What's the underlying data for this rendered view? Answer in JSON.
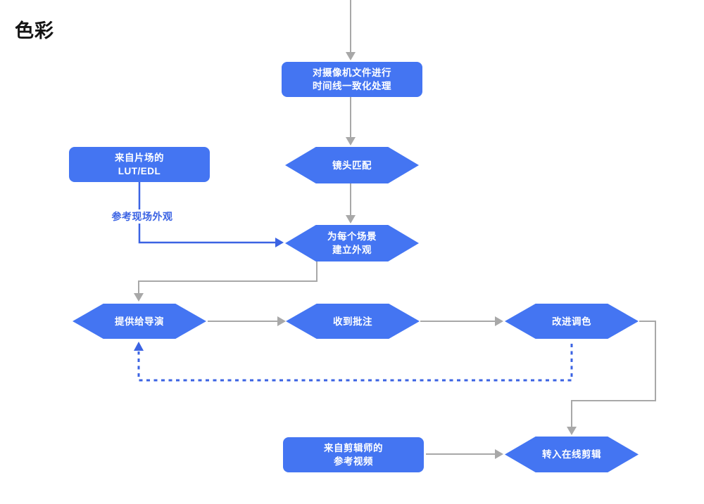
{
  "title": "色彩",
  "colors": {
    "node_fill": "#4475f2",
    "edge_gray": "#a8a8a8",
    "edge_blue": "#3b63e3",
    "background": "#ffffff",
    "node_text": "#ffffff",
    "title_text": "#141414"
  },
  "nodes": {
    "normalize": {
      "shape": "rect",
      "label": "对摄像机文件进行\n时间线一致化处理"
    },
    "lut_edl": {
      "shape": "rect",
      "label": "来自片场的\nLUT/EDL"
    },
    "shot_match": {
      "shape": "hexagon",
      "label": "镜头匹配"
    },
    "scene_look": {
      "shape": "hexagon",
      "label": "为每个场景\n建立外观"
    },
    "deliver_director": {
      "shape": "hexagon",
      "label": "提供给导演"
    },
    "receive_notes": {
      "shape": "hexagon",
      "label": "收到批注"
    },
    "refine_grading": {
      "shape": "hexagon",
      "label": "改进调色"
    },
    "reference_video": {
      "shape": "rect",
      "label": "来自剪辑师的\n参考视频"
    },
    "online_editing": {
      "shape": "hexagon",
      "label": "转入在线剪辑"
    }
  },
  "edge_labels": {
    "reference_onset_look": "参考现场外观"
  },
  "edges": [
    {
      "from": "offscreen-top",
      "to": "normalize",
      "style": "solid-gray-arrow"
    },
    {
      "from": "normalize",
      "to": "shot_match",
      "style": "solid-gray-arrow"
    },
    {
      "from": "shot_match",
      "to": "scene_look",
      "style": "solid-gray-arrow"
    },
    {
      "from": "lut_edl",
      "to": "scene_look",
      "style": "solid-blue-arrow",
      "label": "参考现场外观"
    },
    {
      "from": "scene_look",
      "to": "deliver_director",
      "style": "solid-gray-arrow"
    },
    {
      "from": "deliver_director",
      "to": "receive_notes",
      "style": "solid-gray-arrow"
    },
    {
      "from": "receive_notes",
      "to": "refine_grading",
      "style": "solid-gray-arrow"
    },
    {
      "from": "refine_grading",
      "to": "deliver_director",
      "style": "dashed-blue-arrow"
    },
    {
      "from": "refine_grading",
      "to": "online_editing",
      "style": "solid-gray-arrow"
    },
    {
      "from": "reference_video",
      "to": "online_editing",
      "style": "solid-gray-arrow"
    }
  ]
}
